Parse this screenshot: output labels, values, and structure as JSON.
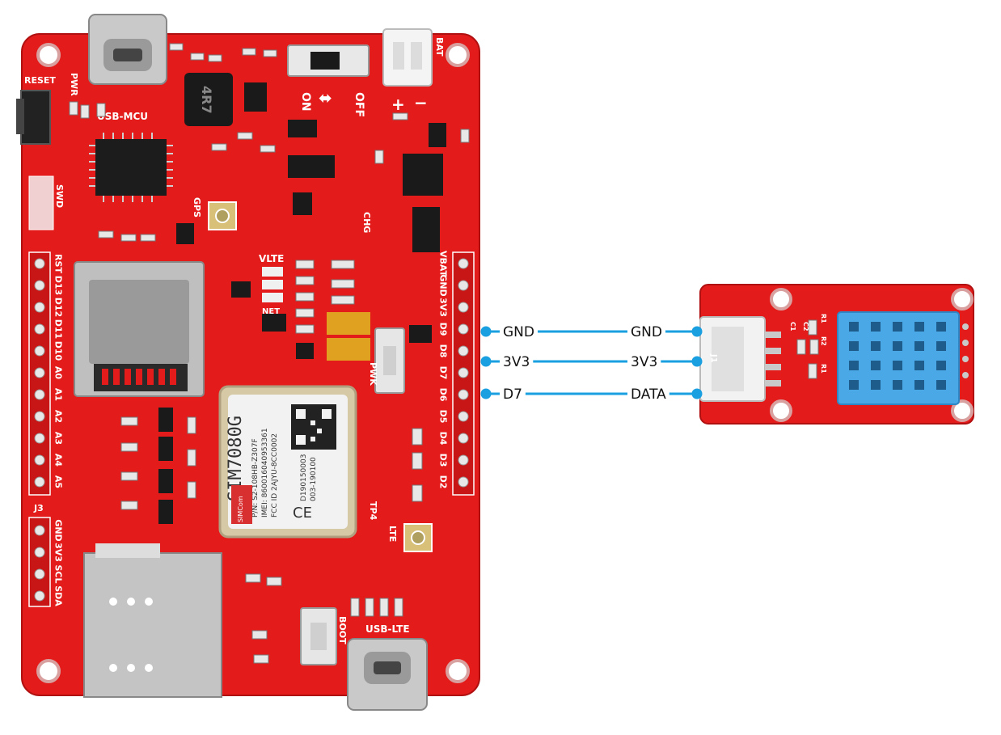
{
  "main_board": {
    "labels": {
      "reset": "RESET",
      "pwr": "PWR",
      "usb_mcu": "USB-MCU",
      "inductor": "4R7",
      "switch_on": "ON",
      "switch_off": "OFF",
      "bat": "BAT",
      "bat_plus": "+",
      "bat_minus": "−",
      "swd": "SWD",
      "gps": "GPS",
      "chg": "CHG",
      "vlte": "VLTE",
      "net": "NET",
      "pwk": "PWK",
      "lte": "LTE",
      "tp4": "TP4",
      "boot": "BOOT",
      "usb_lte": "USB-LTE",
      "j3": "J3"
    },
    "module": {
      "name": "SIM7080G",
      "pn": "P/N: S2-108HB-Z307F",
      "imei": "IMEI: 860016040953361",
      "fcc": "FCC ID 2AJYU-8CC0002",
      "brand": "SIMCom",
      "code1": "D190150003",
      "code2": "003-190100"
    },
    "left_header_pins": [
      "RST",
      "D13",
      "D12",
      "D11",
      "D10",
      "A0",
      "A1",
      "A2",
      "A3",
      "A4",
      "A5"
    ],
    "i2c_header_pins": [
      "GND",
      "3V3",
      "SCL",
      "SDA"
    ],
    "right_header_pins": [
      "VBAT",
      "GND",
      "3V3",
      "D9",
      "D8",
      "D7",
      "D6",
      "D5",
      "D4",
      "D3",
      "D2"
    ]
  },
  "sensor_board": {
    "labels": {
      "j1": "J1",
      "r1": "R1",
      "r2": "R2",
      "c1": "C1",
      "c2": "C2",
      "r1b": "R1"
    }
  },
  "connections": [
    {
      "from": "GND",
      "to": "GND"
    },
    {
      "from": "3V3",
      "to": "3V3"
    },
    {
      "from": "D7",
      "to": "DATA"
    }
  ],
  "colors": {
    "pcb": "#e31b1b",
    "wire": "#1aa0e0",
    "silkscreen": "#ffffff",
    "sensor_body": "#4aa8e6"
  }
}
